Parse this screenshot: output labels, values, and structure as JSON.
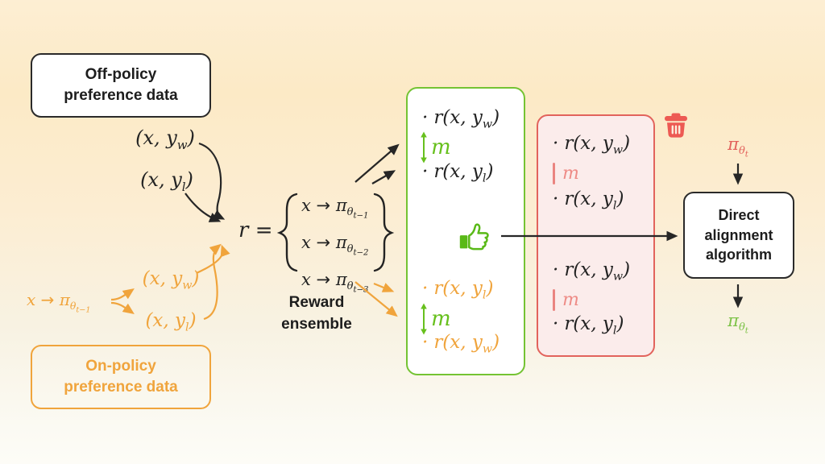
{
  "colors": {
    "background_top": "#fdeed3",
    "background_bottom": "#fdfcf7",
    "black": "#232323",
    "orange": "#f0a43c",
    "green": "#67c01d",
    "green_border": "#74c333",
    "pink_border": "#e2635c",
    "pink_background": "#fbeceb",
    "pink_text": "#ee8b86",
    "trash_red": "#ed5a53",
    "policy_in_red": "#e2625c",
    "policy_out_green": "#7cc247"
  },
  "off_policy_box": {
    "label": "Off-policy preference data"
  },
  "on_policy_box": {
    "label": "On-policy preference data"
  },
  "off_policy_pairs": {
    "winner": {
      "pre": "(x, y",
      "sub": "w",
      "post": ")"
    },
    "loser": {
      "pre": "(x, y",
      "sub": "l",
      "post": ")"
    }
  },
  "reward_ensemble": {
    "r": "r",
    "equals": "=",
    "label": "Reward ensemble",
    "rows": [
      {
        "x": "x",
        "arrow": "→",
        "pi": "π",
        "theta": "θ",
        "sub": "t−1"
      },
      {
        "x": "x",
        "arrow": "→",
        "pi": "π",
        "theta": "θ",
        "sub": "t−2"
      },
      {
        "x": "x",
        "arrow": "→",
        "pi": "π",
        "theta": "θ",
        "sub": "t−3"
      }
    ]
  },
  "on_policy_sampling": {
    "x": "x",
    "arrow": "→",
    "pi": "π",
    "theta": "θ",
    "sub": "t−1",
    "winner": {
      "pre": "(x, y",
      "sub": "w",
      "post": ")"
    },
    "loser": {
      "pre": "(x, y",
      "sub": "l",
      "post": ")"
    }
  },
  "green_box": {
    "top_group": {
      "reward_w": {
        "dot": "·",
        "pre": "r(x, y",
        "sub": "w",
        "post": ")"
      },
      "margin": "m",
      "reward_l": {
        "dot": "·",
        "pre": "r(x, y",
        "sub": "l",
        "post": ")"
      }
    },
    "bottom_group": {
      "reward_l": {
        "dot": "·",
        "pre": "r(x, y",
        "sub": "l",
        "post": ")"
      },
      "margin": "m",
      "reward_w": {
        "dot": "·",
        "pre": "r(x, y",
        "sub": "w",
        "post": ")"
      }
    }
  },
  "pink_box": {
    "top_group": {
      "reward_w": {
        "dot": "·",
        "pre": "r(x, y",
        "sub": "w",
        "post": ")"
      },
      "margin": "m",
      "reward_l": {
        "dot": "·",
        "pre": "r(x, y",
        "sub": "l",
        "post": ")"
      }
    },
    "bottom_group": {
      "reward_w": {
        "dot": "·",
        "pre": "r(x, y",
        "sub": "w",
        "post": ")"
      },
      "margin": "m",
      "reward_l": {
        "dot": "·",
        "pre": "r(x, y",
        "sub": "l",
        "post": ")"
      }
    }
  },
  "direct_alignment_box": {
    "label": "Direct alignment algorithm"
  },
  "policy_in": {
    "pi": "π",
    "theta": "θ",
    "sub": "t"
  },
  "policy_out": {
    "pi": "π",
    "theta": "θ",
    "sub": "t"
  },
  "icons": {
    "keep": "thumbs-up-icon",
    "discard": "trash-icon"
  }
}
